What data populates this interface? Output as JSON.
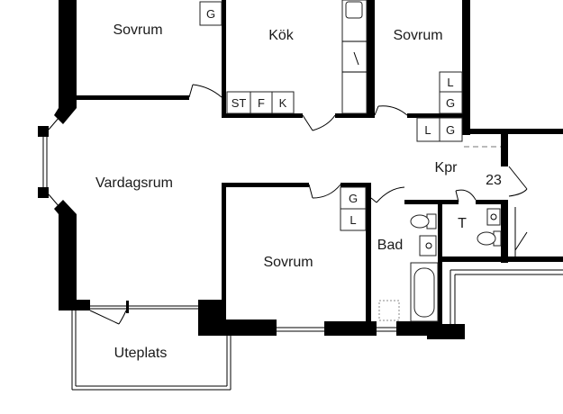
{
  "rooms": {
    "sovrum_top_left": "Sovrum",
    "kok": "Kök",
    "sovrum_top_right": "Sovrum",
    "vardagsrum": "Vardagsrum",
    "kpr": "Kpr",
    "unit_number": "23",
    "sovrum_bottom": "Sovrum",
    "bad": "Bad",
    "toilet": "T",
    "uteplats": "Uteplats"
  },
  "fixtures": {
    "g_top_left": "G",
    "st": "ST",
    "f": "F",
    "k": "K",
    "l_right_closet": "L",
    "g_right_closet": "G",
    "l_hall": "L",
    "g_hall": "G",
    "g_bottom": "G",
    "l_bottom": "L"
  }
}
